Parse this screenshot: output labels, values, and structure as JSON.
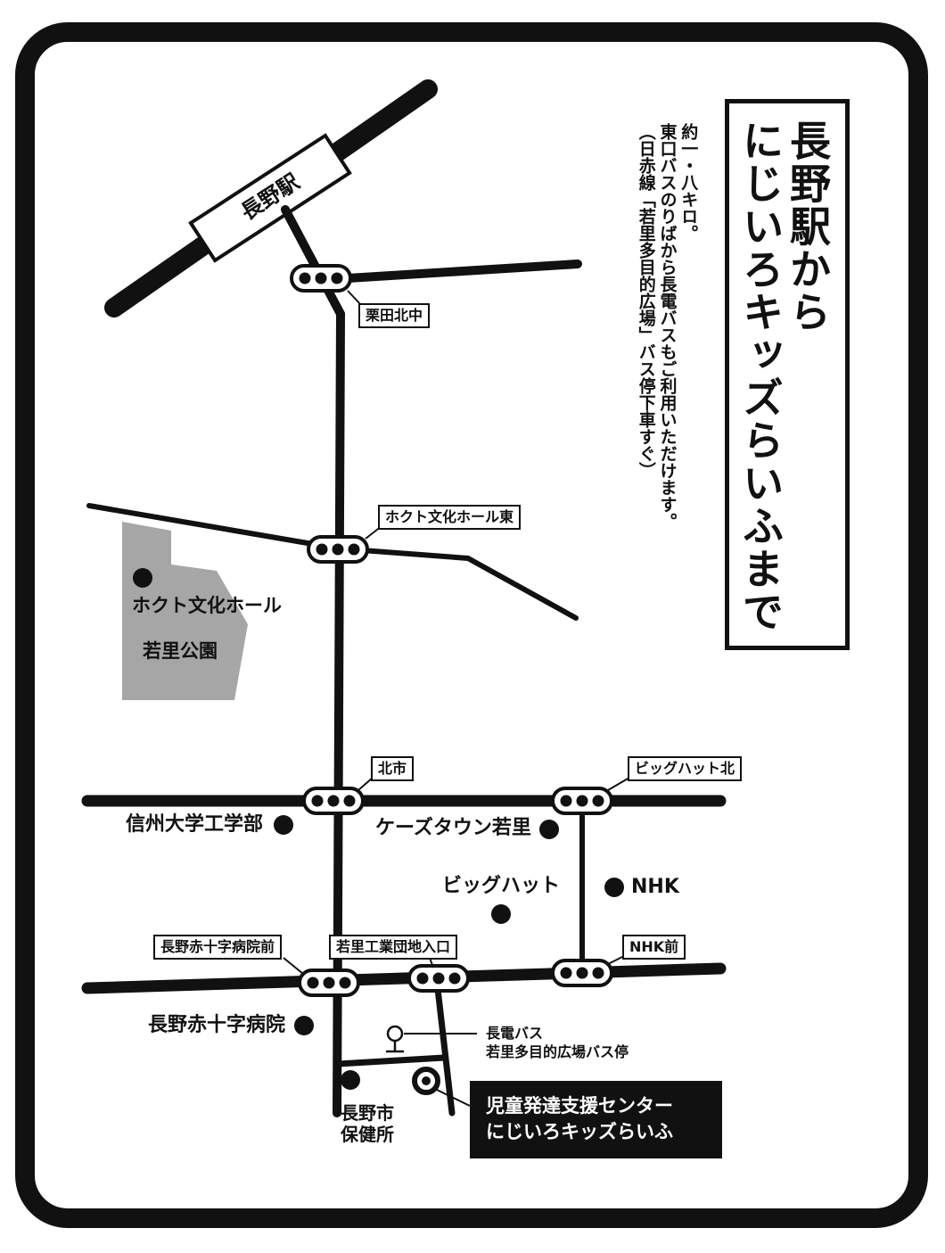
{
  "title": {
    "line1": "長野駅から",
    "line2": "にじいろキッズらいふまで"
  },
  "notes": {
    "line1": "約一・八キロ。",
    "line2": "東口バスのりばから長電バスもご利用いただけます。",
    "line3": "（日赤線「若里多目的広場」バス停下車すぐ）"
  },
  "station": "長野駅",
  "intersections": {
    "kurita_kitanaka": "栗田北中",
    "hokuto_east": "ホクト文化ホール東",
    "kitaichi": "北市",
    "bighat_north": "ビッグハット北",
    "nagano_redcross_front": "長野赤十字病院前",
    "wakasato_industrial_entrance": "若里工業団地入口",
    "nhk_front": "NHK前"
  },
  "places": {
    "hokuto_hall": "ホクト文化ホール",
    "wakasato_park": "若里公園",
    "shinshu_engineering": "信州大学工学部",
    "ksdenki": "ケーズタウン若里",
    "bighat": "ビッグハット",
    "nhk": "NHK",
    "redcross_hospital": "長野赤十字病院",
    "health_center_line1": "長野市",
    "health_center_line2": "保健所"
  },
  "bus_stop": {
    "line1": "長電バス",
    "line2": "若里多目的広場バス停"
  },
  "destination": {
    "line1": "児童発達支援センター",
    "line2": "にじいろキッズらいふ"
  },
  "colors": {
    "ink": "#111111",
    "park_fill": "#a6a6a6",
    "background": "#ffffff"
  }
}
